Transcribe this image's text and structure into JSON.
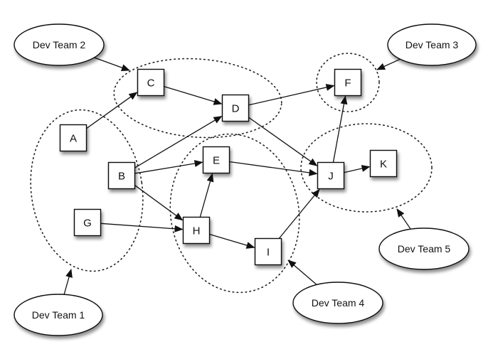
{
  "diagram": {
    "type": "team dependency graph",
    "nodes": [
      {
        "id": "A",
        "label": "A"
      },
      {
        "id": "B",
        "label": "B"
      },
      {
        "id": "C",
        "label": "C"
      },
      {
        "id": "D",
        "label": "D"
      },
      {
        "id": "E",
        "label": "E"
      },
      {
        "id": "F",
        "label": "F"
      },
      {
        "id": "G",
        "label": "G"
      },
      {
        "id": "H",
        "label": "H"
      },
      {
        "id": "I",
        "label": "I"
      },
      {
        "id": "J",
        "label": "J"
      },
      {
        "id": "K",
        "label": "K"
      }
    ],
    "edges": [
      {
        "from": "A",
        "to": "C"
      },
      {
        "from": "C",
        "to": "D"
      },
      {
        "from": "B",
        "to": "D"
      },
      {
        "from": "B",
        "to": "E"
      },
      {
        "from": "B",
        "to": "H"
      },
      {
        "from": "G",
        "to": "H"
      },
      {
        "from": "H",
        "to": "E"
      },
      {
        "from": "H",
        "to": "I"
      },
      {
        "from": "D",
        "to": "F"
      },
      {
        "from": "D",
        "to": "J"
      },
      {
        "from": "E",
        "to": "J"
      },
      {
        "from": "I",
        "to": "J"
      },
      {
        "from": "J",
        "to": "F"
      },
      {
        "from": "J",
        "to": "K"
      }
    ],
    "teams": [
      {
        "id": "team1",
        "label": "Dev Team 1",
        "members": [
          "A",
          "B",
          "G"
        ]
      },
      {
        "id": "team2",
        "label": "Dev Team 2",
        "members": [
          "C",
          "D"
        ]
      },
      {
        "id": "team3",
        "label": "Dev Team 3",
        "members": [
          "F"
        ]
      },
      {
        "id": "team4",
        "label": "Dev Team 4",
        "members": [
          "E",
          "H",
          "I"
        ]
      },
      {
        "id": "team5",
        "label": "Dev Team 5",
        "members": [
          "J",
          "K"
        ]
      }
    ],
    "colors": {
      "stroke": "#111111",
      "background": "#ffffff"
    }
  }
}
